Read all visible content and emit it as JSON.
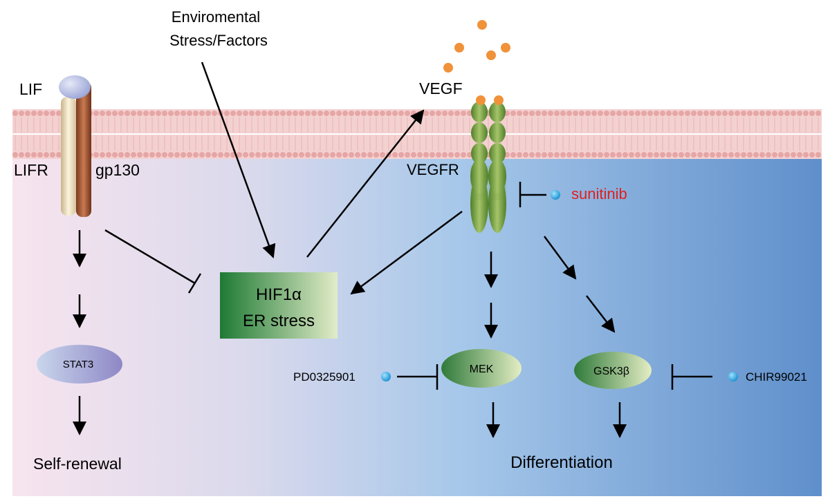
{
  "labels": {
    "stress_line1": "Enviromental",
    "stress_line2": "Stress/Factors",
    "lif": "LIF",
    "lifr": "LIFR",
    "gp130": "gp130",
    "vegf": "VEGF",
    "vegfr": "VEGFR",
    "sunitinib": "sunitinib",
    "hif_line1": "HIF1α",
    "hif_line2": "ER stress",
    "stat3": "STAT3",
    "self_renewal": "Self-renewal",
    "mek": "MEK",
    "gsk3b": "GSK3β",
    "pd": "PD0325901",
    "chir": "CHIR99021",
    "differentiation": "Differentiation"
  },
  "colors": {
    "membrane": "#f2c4c4",
    "membrane_head": "#e6a6a6",
    "inhibitor_dot": "#2fa6d8",
    "ligand_dot": "#f0923a",
    "sunitinib_text": "#e02020",
    "bg_left": "#f6e6ee",
    "bg_mid": "#a7c8ea",
    "bg_right": "#5f8fcb",
    "hif_dark": "#1e7a34",
    "hif_light": "#e2ecc8",
    "receptor_green": "#6d9a3c"
  }
}
